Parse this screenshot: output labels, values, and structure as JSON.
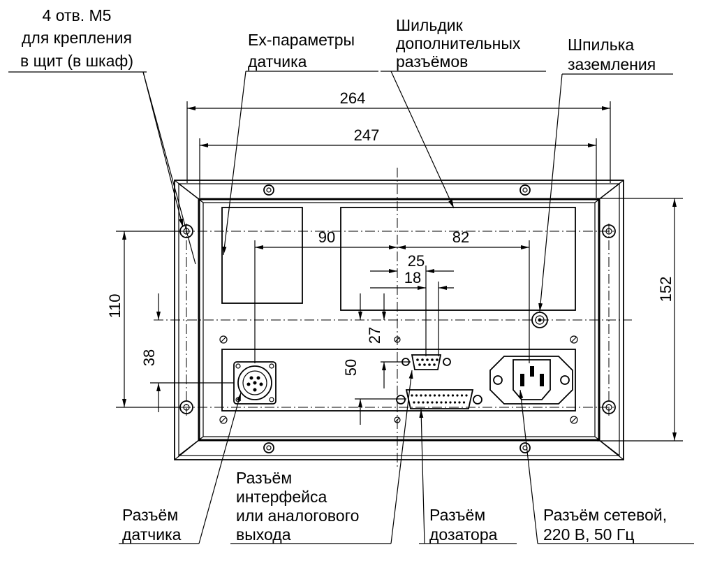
{
  "callouts": {
    "mount_holes": [
      "4 отв. М5",
      "для крепления",
      "в щит (в шкаф)"
    ],
    "ex_params": [
      "Ех-параметры",
      "датчика"
    ],
    "extra_plate": [
      "Шильдик",
      "дополнительных",
      "разъёмов"
    ],
    "ground_stud": [
      "Шпилька",
      "заземления"
    ],
    "sensor_connector": [
      "Разъём",
      "датчика"
    ],
    "interface_connector": [
      "Разъём",
      "интерфейса",
      "или аналогового",
      "выхода"
    ],
    "dosing_connector": [
      "Разъём",
      "дозатора"
    ],
    "power_connector": [
      "Разъём сетевой,",
      "220 В, 50 Гц"
    ]
  },
  "dimensions": {
    "overall_width": "264",
    "hole_spacing_width": "247",
    "left_offset": "90",
    "right_offset": "82",
    "conn_offset_25": "25",
    "conn_offset_18": "18",
    "hole_spacing_height": "110",
    "height_38": "38",
    "height_27": "27",
    "height_50": "50",
    "overall_height": "152"
  }
}
